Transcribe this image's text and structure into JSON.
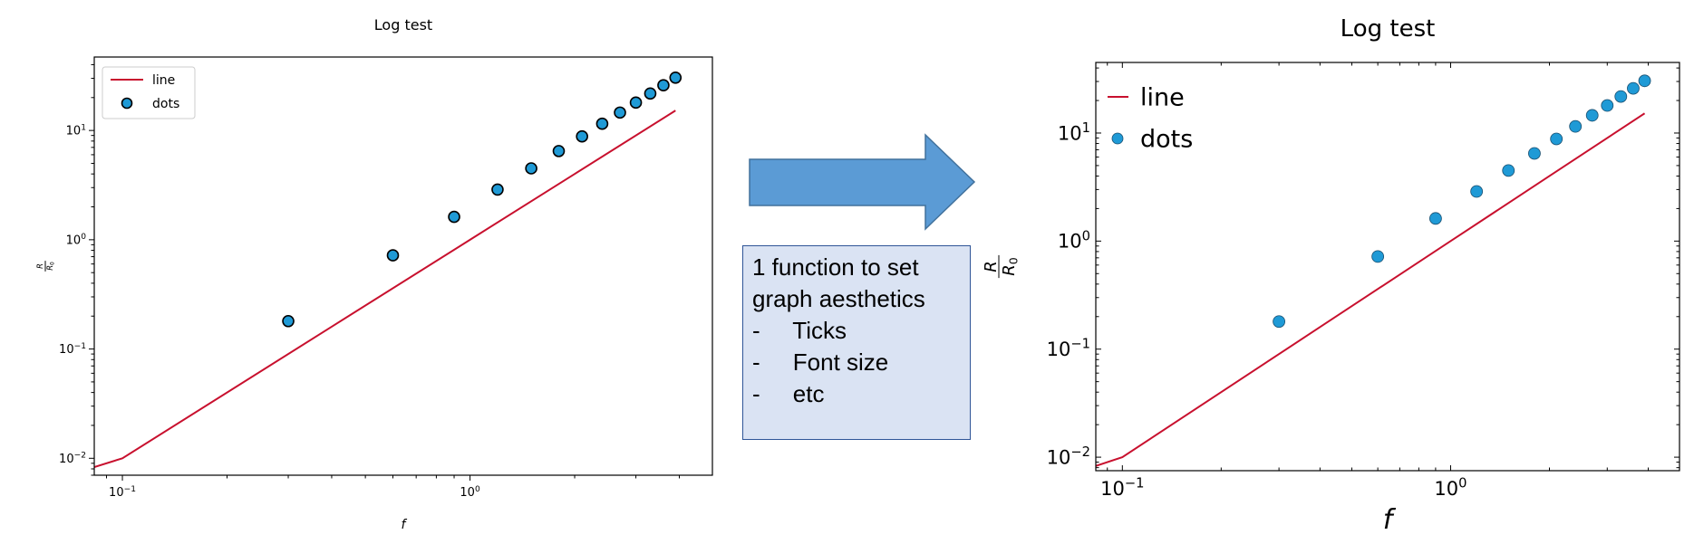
{
  "chart_data": [
    {
      "type": "scatter",
      "style": "default",
      "title": "Log test",
      "xlabel": "f",
      "ylabel": {
        "num": "R",
        "den": "R0"
      },
      "xscale": "log",
      "yscale": "log",
      "xlim": [
        0.083,
        4.98
      ],
      "ylim": [
        0.007,
        47
      ],
      "xticks": [
        {
          "value": 0.1,
          "label": "10",
          "exp": "−1"
        },
        {
          "value": 1,
          "label": "10",
          "exp": "0"
        }
      ],
      "yticks": [
        {
          "value": 0.01,
          "label": "10",
          "exp": "−2"
        },
        {
          "value": 0.1,
          "label": "10",
          "exp": "−1"
        },
        {
          "value": 1,
          "label": "10",
          "exp": "0"
        },
        {
          "value": 10,
          "label": "10",
          "exp": "1"
        }
      ],
      "legend": {
        "placement": "top-left",
        "frame": true
      },
      "series": [
        {
          "name": "line",
          "kind": "line",
          "color": "#c8102e",
          "x": [
            0.083,
            0.1,
            0.4,
            1.0,
            2.0,
            3.9
          ],
          "y": [
            0.0083,
            0.01,
            0.16,
            1.0,
            4.0,
            15.21
          ]
        },
        {
          "name": "dots",
          "kind": "scatter",
          "color": "#1f9ad6",
          "edge": "#000000",
          "x": [
            0.3,
            0.6,
            0.9,
            1.2,
            1.5,
            1.8,
            2.1,
            2.4,
            2.7,
            3.0,
            3.3,
            3.6,
            3.9
          ],
          "y": [
            0.18,
            0.72,
            1.62,
            2.88,
            4.5,
            6.48,
            8.82,
            11.52,
            14.58,
            18.0,
            21.78,
            25.92,
            30.42
          ]
        }
      ]
    },
    {
      "type": "scatter",
      "style": "custom",
      "title": "Log test",
      "xlabel": "f",
      "ylabel": {
        "num": "R",
        "den": "R0"
      },
      "xscale": "log",
      "yscale": "log",
      "xlim": [
        0.083,
        4.98
      ],
      "ylim": [
        0.0075,
        45
      ],
      "xticks": [
        {
          "value": 0.1,
          "label": "10",
          "exp": "−1"
        },
        {
          "value": 1,
          "label": "10",
          "exp": "0"
        }
      ],
      "yticks": [
        {
          "value": 0.01,
          "label": "10",
          "exp": "−2"
        },
        {
          "value": 0.1,
          "label": "10",
          "exp": "−1"
        },
        {
          "value": 1,
          "label": "10",
          "exp": "0"
        },
        {
          "value": 10,
          "label": "10",
          "exp": "1"
        }
      ],
      "legend": {
        "placement": "top-left",
        "frame": false
      },
      "series": [
        {
          "name": "line",
          "kind": "line",
          "color": "#c8102e",
          "x": [
            0.083,
            0.1,
            0.4,
            1.0,
            2.0,
            3.9
          ],
          "y": [
            0.0083,
            0.01,
            0.16,
            1.0,
            4.0,
            15.21
          ]
        },
        {
          "name": "dots",
          "kind": "scatter",
          "color": "#1f9ad6",
          "edge": "#1a4f70",
          "x": [
            0.3,
            0.6,
            0.9,
            1.2,
            1.5,
            1.8,
            2.1,
            2.4,
            2.7,
            3.0,
            3.3,
            3.6,
            3.9
          ],
          "y": [
            0.18,
            0.72,
            1.62,
            2.88,
            4.5,
            6.48,
            8.82,
            11.52,
            14.58,
            18.0,
            21.78,
            25.92,
            30.42
          ]
        }
      ]
    }
  ],
  "arrow": {
    "fill": "#5b9bd5",
    "stroke": "#41719c"
  },
  "note": {
    "lines": [
      "1 function to set",
      "graph aesthetics",
      "-     Ticks",
      "-     Font size",
      "-     etc"
    ]
  }
}
